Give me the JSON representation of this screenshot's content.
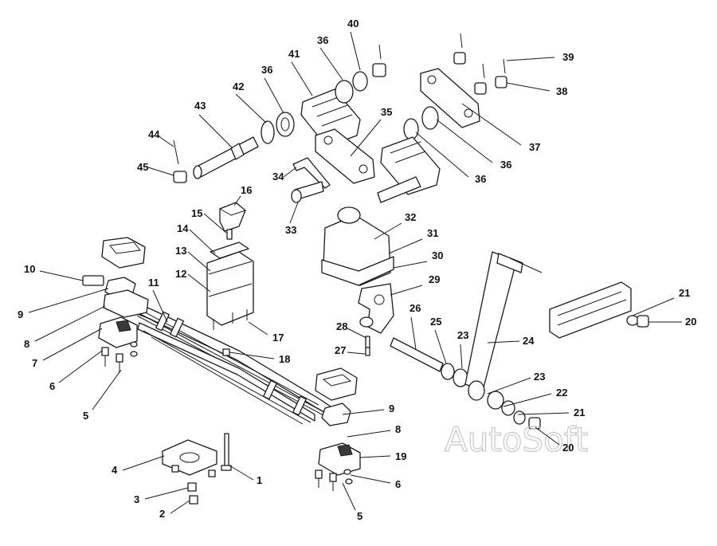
{
  "watermark": "AutoSoft",
  "callouts": [
    {
      "id": "c40",
      "label": "40"
    },
    {
      "id": "c36a",
      "label": "36"
    },
    {
      "id": "c41",
      "label": "41"
    },
    {
      "id": "c36b",
      "label": "36"
    },
    {
      "id": "c42",
      "label": "42"
    },
    {
      "id": "c43",
      "label": "43"
    },
    {
      "id": "c44",
      "label": "44"
    },
    {
      "id": "c45",
      "label": "45"
    },
    {
      "id": "c35",
      "label": "35"
    },
    {
      "id": "c34",
      "label": "34"
    },
    {
      "id": "c33",
      "label": "33"
    },
    {
      "id": "c39",
      "label": "39"
    },
    {
      "id": "c38",
      "label": "38"
    },
    {
      "id": "c37",
      "label": "37"
    },
    {
      "id": "c36c",
      "label": "36"
    },
    {
      "id": "c36d",
      "label": "36"
    },
    {
      "id": "c16",
      "label": "16"
    },
    {
      "id": "c15",
      "label": "15"
    },
    {
      "id": "c14",
      "label": "14"
    },
    {
      "id": "c13",
      "label": "13"
    },
    {
      "id": "c12",
      "label": "12"
    },
    {
      "id": "c17",
      "label": "17"
    },
    {
      "id": "c18",
      "label": "18"
    },
    {
      "id": "c11",
      "label": "11"
    },
    {
      "id": "c10",
      "label": "10"
    },
    {
      "id": "c9a",
      "label": "9"
    },
    {
      "id": "c8a",
      "label": "8"
    },
    {
      "id": "c7",
      "label": "7"
    },
    {
      "id": "c6a",
      "label": "6"
    },
    {
      "id": "c5a",
      "label": "5"
    },
    {
      "id": "c32",
      "label": "32"
    },
    {
      "id": "c31",
      "label": "31"
    },
    {
      "id": "c30",
      "label": "30"
    },
    {
      "id": "c29",
      "label": "29"
    },
    {
      "id": "c28",
      "label": "28"
    },
    {
      "id": "c27",
      "label": "27"
    },
    {
      "id": "c26",
      "label": "26"
    },
    {
      "id": "c25",
      "label": "25"
    },
    {
      "id": "c23a",
      "label": "23"
    },
    {
      "id": "c24",
      "label": "24"
    },
    {
      "id": "c23b",
      "label": "23"
    },
    {
      "id": "c22",
      "label": "22"
    },
    {
      "id": "c21a",
      "label": "21"
    },
    {
      "id": "c20a",
      "label": "20"
    },
    {
      "id": "c21b",
      "label": "21"
    },
    {
      "id": "c20b",
      "label": "20"
    },
    {
      "id": "c9b",
      "label": "9"
    },
    {
      "id": "c8b",
      "label": "8"
    },
    {
      "id": "c19",
      "label": "19"
    },
    {
      "id": "c6b",
      "label": "6"
    },
    {
      "id": "c5b",
      "label": "5"
    },
    {
      "id": "c4",
      "label": "4"
    },
    {
      "id": "c3",
      "label": "3"
    },
    {
      "id": "c2",
      "label": "2"
    },
    {
      "id": "c1",
      "label": "1"
    }
  ]
}
